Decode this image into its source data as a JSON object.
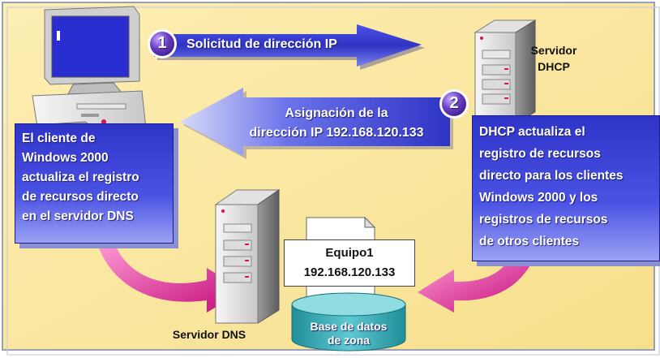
{
  "steps": {
    "step1": {
      "number": "1",
      "label": "Solicitud de dirección IP"
    },
    "step2": {
      "number": "2",
      "label_line1": "Asignación de la",
      "label_line2": "dirección IP 192.168.120.133"
    }
  },
  "dhcp_server": {
    "line1": "Servidor",
    "line2": "DHCP"
  },
  "client_note": {
    "lines": [
      "El cliente de",
      "Windows 2000",
      "actualiza el registro",
      "de recursos directo",
      "en el servidor DNS"
    ]
  },
  "dhcp_note": {
    "lines": [
      "DHCP actualiza el",
      "registro de recursos",
      "directo para los clientes",
      "Windows 2000 y los",
      "registros de recursos",
      "de otros clientes"
    ]
  },
  "record": {
    "name": "Equipo1",
    "ip": "192.168.120.133"
  },
  "zone_db": {
    "line1": "Base de datos",
    "line2": "de zona"
  },
  "dns_server": {
    "label": "Servidor DNS"
  },
  "colors": {
    "panel": "#fbe9a6",
    "panel_border": "#9a9fb5",
    "arrow_blue": "#3b3fd6",
    "box_blue": "#3f44d8",
    "badge_purple": "#6b3fc4",
    "magenta": "#e0208c",
    "cylinder": "#31a5b0"
  }
}
